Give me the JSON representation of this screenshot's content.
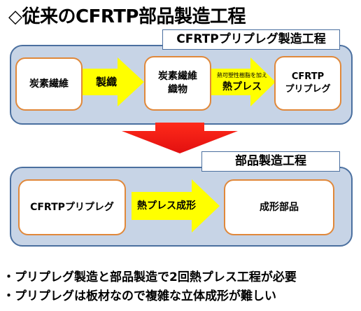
{
  "title": "◇従来のCFRTP部品製造工程",
  "top_panel": {
    "tag": "CFRTPプリプレグ製造工程",
    "box1": "炭素繊維",
    "arrow1": "製織",
    "box2_line1": "炭素繊維",
    "box2_line2": "織物",
    "arrow2_line1": "熱可塑性樹脂を加え",
    "arrow2_line2": "熱プレス",
    "box3_line1": "CFRTP",
    "box3_line2": "プリプレグ"
  },
  "bottom_panel": {
    "tag": "部品製造工程",
    "box1": "CFRTPプリプレグ",
    "arrow1": "熱プレス成形",
    "box2": "成形部品"
  },
  "notes": [
    "・プリプレグ製造と部品製造で2回熱プレス工程が必要",
    "・プリプレグは板材なので複雑な立体成形が難しい"
  ],
  "colors": {
    "panel_fill": "#c7d4e6",
    "panel_border": "#4a6f9f",
    "box_border": "#e0883a",
    "arrow_yellow": "#ffff00",
    "arrow_red": "#ff2a1a"
  }
}
